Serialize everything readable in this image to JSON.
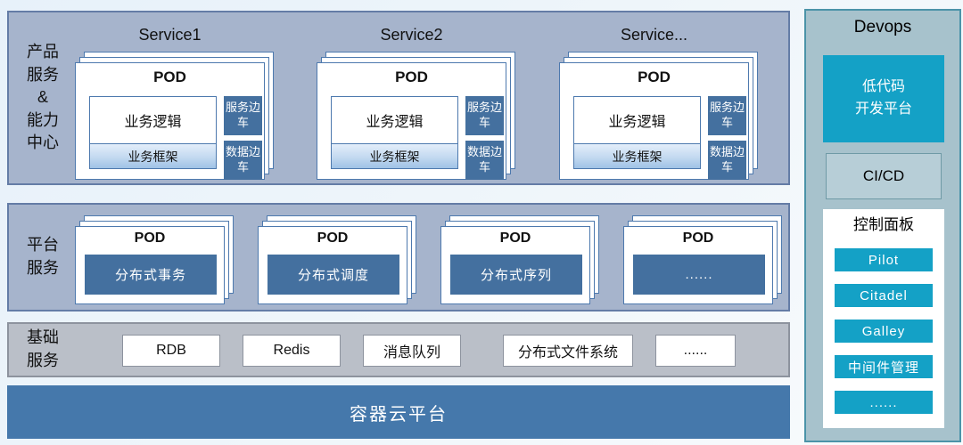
{
  "colors": {
    "band_blue_gray": "#a6b4cc",
    "band_gray": "#babfc8",
    "steel_blue": "#44709f",
    "container_bar_blue": "#4578ab",
    "devops_bg": "#a7c2cc",
    "devops_border": "#4b93a8",
    "accent_teal": "#14a1c6",
    "card_border_blue": "#4d79ae"
  },
  "products_band": {
    "label": "产品\n服务\n&\n能力\n中心",
    "services": [
      {
        "title": "Service1",
        "pod": "POD",
        "logic": "业务逻辑",
        "framework": "业务框架",
        "sidecar_top": "服务边车",
        "sidecar_bottom": "数据边车"
      },
      {
        "title": "Service2",
        "pod": "POD",
        "logic": "业务逻辑",
        "framework": "业务框架",
        "sidecar_top": "服务边车",
        "sidecar_bottom": "数据边车"
      },
      {
        "title": "Service...",
        "pod": "POD",
        "logic": "业务逻辑",
        "framework": "业务框架",
        "sidecar_top": "服务边车",
        "sidecar_bottom": "数据边车"
      }
    ]
  },
  "platform_band": {
    "label": "平台\n服务",
    "pods": [
      {
        "pod": "POD",
        "name": "分布式事务"
      },
      {
        "pod": "POD",
        "name": "分布式调度"
      },
      {
        "pod": "POD",
        "name": "分布式序列"
      },
      {
        "pod": "POD",
        "name": "......"
      }
    ]
  },
  "basic_band": {
    "label": "基础\n服务",
    "items": [
      "RDB",
      "Redis",
      "消息队列",
      "分布式文件系统",
      "......"
    ]
  },
  "container_bar": {
    "label": "容器云平台"
  },
  "devops": {
    "title": "Devops",
    "low_code_platform": "低代码\n开发平台",
    "cicd": "CI/CD",
    "control_panel": {
      "title": "控制面板",
      "buttons": [
        "Pilot",
        "Citadel",
        "Galley",
        "中间件管理",
        "......"
      ]
    }
  }
}
